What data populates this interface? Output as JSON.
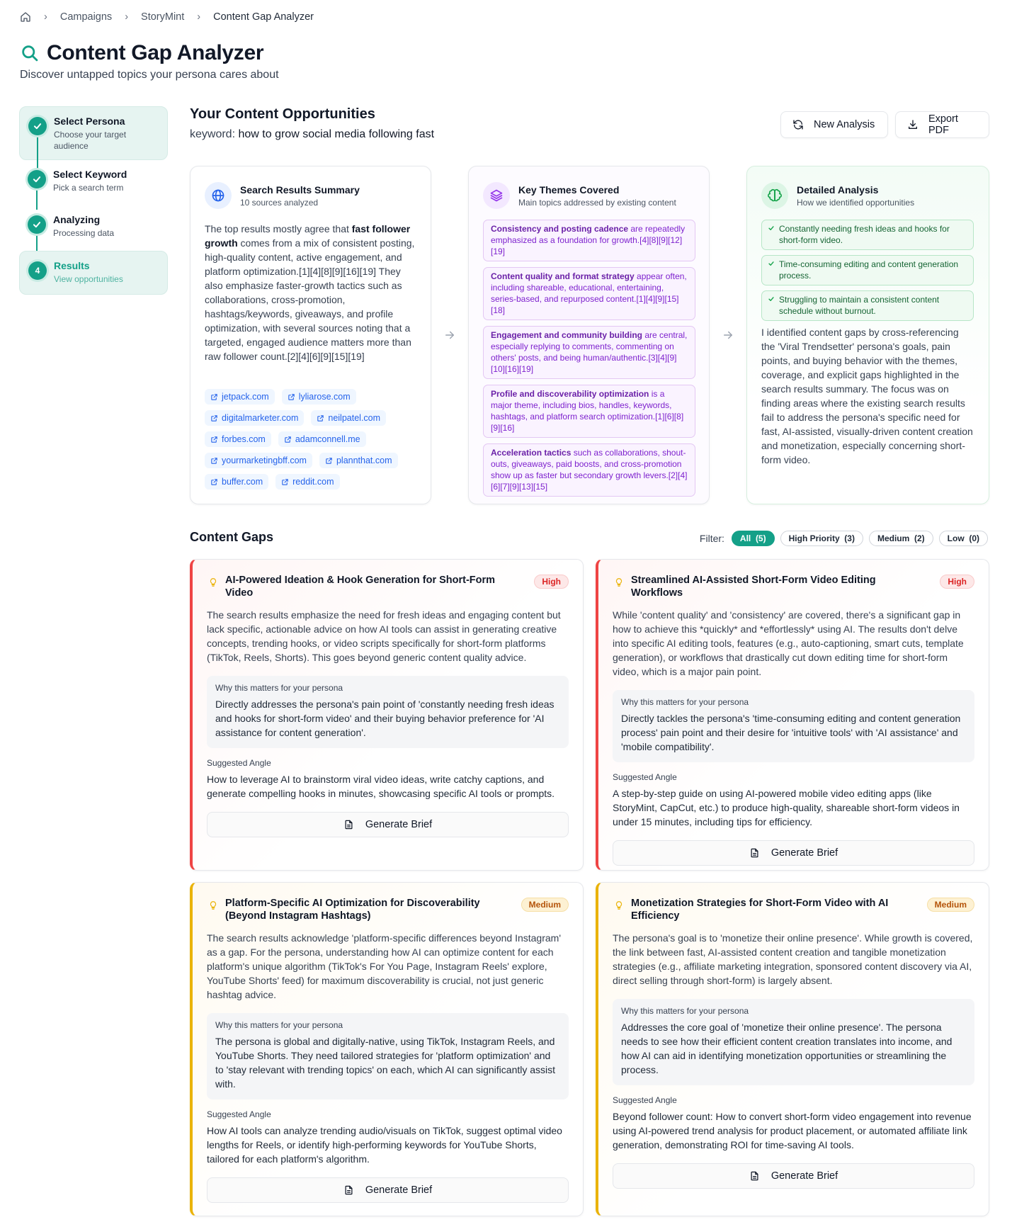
{
  "breadcrumb": {
    "items": [
      "Campaigns",
      "StoryMint",
      "Content Gap Analyzer"
    ]
  },
  "header": {
    "title": "Content Gap Analyzer",
    "subtitle": "Discover untapped topics your persona cares about"
  },
  "stepper": {
    "steps": [
      {
        "title": "Select Persona",
        "sub": "Choose your target audience"
      },
      {
        "title": "Select Keyword",
        "sub": "Pick a search term"
      },
      {
        "title": "Analyzing",
        "sub": "Processing data"
      },
      {
        "title": "Results",
        "sub": "View opportunities",
        "number": "4"
      }
    ]
  },
  "results": {
    "title": "Your Content Opportunities",
    "keyword_label": "keyword:",
    "keyword": "how to grow social media following fast",
    "new_analysis": "New Analysis",
    "export_pdf": "Export PDF"
  },
  "summary": {
    "title": "Search Results Summary",
    "sub": "10 sources analyzed",
    "p1": "The top results mostly agree that ",
    "b1": "fast follower growth",
    "p2": " comes from a mix of consistent posting, high-quality content, active engagement, and platform optimization.[1][4][8][9][16][19] They also emphasize faster-growth tactics such as collaborations, cross-promotion, hashtags/keywords, giveaways, and profile optimization, with several sources noting that a targeted, engaged audience matters more than raw follower count.[2][4][6][9][15][19]",
    "sources": [
      "jetpack.com",
      "lyliarose.com",
      "digitalmarketer.com",
      "neilpatel.com",
      "forbes.com",
      "adamconnell.me",
      "yourmarketingbff.com",
      "plannthat.com",
      "buffer.com",
      "reddit.com"
    ]
  },
  "themes": {
    "title": "Key Themes Covered",
    "sub": "Main topics addressed by existing content",
    "items": [
      {
        "bold": "Consistency and posting cadence",
        "rest": " are repeatedly emphasized as a foundation for growth.[4][8][9][12][19]"
      },
      {
        "bold": "Content quality and format strategy",
        "rest": " appear often, including shareable, educational, entertaining, series-based, and repurposed content.[1][4][9][15][18]"
      },
      {
        "bold": "Engagement and community building",
        "rest": " are central, especially replying to comments, commenting on others' posts, and being human/authentic.[3][4][9][10][16][19]"
      },
      {
        "bold": "Profile and discoverability optimization",
        "rest": " is a major theme, including bios, handles, keywords, hashtags, and platform search optimization.[1][6][8][9][16]"
      },
      {
        "bold": "Acceleration tactics",
        "rest": " such as collaborations, shout-outs, giveaways, paid boosts, and cross-promotion show up as faster but secondary growth levers.[2][4][6][7][9][13][15]"
      }
    ]
  },
  "analysis": {
    "title": "Detailed Analysis",
    "sub": "How we identified opportunities",
    "pain_points": [
      "Constantly needing fresh ideas and hooks for short-form video.",
      "Time-consuming editing and content generation process.",
      "Struggling to maintain a consistent content schedule without burnout."
    ],
    "text": "I identified content gaps by cross-referencing the 'Viral Trendsetter' persona's goals, pain points, and buying behavior with the themes, coverage, and explicit gaps highlighted in the search results summary. The focus was on finding areas where the existing search results fail to address the persona's specific need for fast, AI-assisted, visually-driven content creation and monetization, especially concerning short-form video."
  },
  "gaps": {
    "title": "Content Gaps",
    "filter_label": "Filter:",
    "filters": [
      {
        "label": "All",
        "count": "(5)"
      },
      {
        "label": "High Priority",
        "count": "(3)"
      },
      {
        "label": "Medium",
        "count": "(2)"
      },
      {
        "label": "Low",
        "count": "(0)"
      }
    ],
    "why_label": "Why this matters for your persona",
    "angle_label": "Suggested Angle",
    "generate_label": "Generate Brief",
    "cards": [
      {
        "title": "AI-Powered Ideation & Hook Generation for Short-Form Video",
        "priority": "High",
        "desc": "The search results emphasize the need for fresh ideas and engaging content but lack specific, actionable advice on how AI tools can assist in generating creative concepts, trending hooks, or video scripts specifically for short-form platforms (TikTok, Reels, Shorts). This goes beyond generic content quality advice.",
        "why": "Directly addresses the persona's pain point of 'constantly needing fresh ideas and hooks for short-form video' and their buying behavior preference for 'AI assistance for content generation'.",
        "angle": "How to leverage AI to brainstorm viral video ideas, write catchy captions, and generate compelling hooks in minutes, showcasing specific AI tools or prompts."
      },
      {
        "title": "Streamlined AI-Assisted Short-Form Video Editing Workflows",
        "priority": "High",
        "desc": "While 'content quality' and 'consistency' are covered, there's a significant gap in how to achieve this *quickly* and *effortlessly* using AI. The results don't delve into specific AI editing tools, features (e.g., auto-captioning, smart cuts, template generation), or workflows that drastically cut down editing time for short-form video, which is a major pain point.",
        "why": "Directly tackles the persona's 'time-consuming editing and content generation process' pain point and their desire for 'intuitive tools' with 'AI assistance' and 'mobile compatibility'.",
        "angle": "A step-by-step guide on using AI-powered mobile video editing apps (like StoryMint, CapCut, etc.) to produce high-quality, shareable short-form videos in under 15 minutes, including tips for efficiency."
      },
      {
        "title": "Platform-Specific AI Optimization for Discoverability (Beyond Instagram Hashtags)",
        "priority": "Medium",
        "desc": "The search results acknowledge 'platform-specific differences beyond Instagram' as a gap. For the persona, understanding how AI can optimize content for each platform's unique algorithm (TikTok's For You Page, Instagram Reels' explore, YouTube Shorts' feed) for maximum discoverability is crucial, not just generic hashtag advice.",
        "why": "The persona is global and digitally-native, using TikTok, Instagram Reels, and YouTube Shorts. They need tailored strategies for 'platform optimization' and to 'stay relevant with trending topics' on each, which AI can significantly assist with.",
        "angle": "How AI tools can analyze trending audio/visuals on TikTok, suggest optimal video lengths for Reels, or identify high-performing keywords for YouTube Shorts, tailored for each platform's algorithm."
      },
      {
        "title": "Monetization Strategies for Short-Form Video with AI Efficiency",
        "priority": "Medium",
        "desc": "The persona's goal is to 'monetize their online presence'. While growth is covered, the link between fast, AI-assisted content creation and tangible monetization strategies (e.g., affiliate marketing integration, sponsored content discovery via AI, direct selling through short-form) is largely absent.",
        "why": "Addresses the core goal of 'monetize their online presence'. The persona needs to see how their efficient content creation translates into income, and how AI can aid in identifying monetization opportunities or streamlining the process.",
        "angle": "Beyond follower count: How to convert short-form video engagement into revenue using AI-powered trend analysis for product placement, or automated affiliate link generation, demonstrating ROI for time-saving AI tools."
      }
    ]
  }
}
